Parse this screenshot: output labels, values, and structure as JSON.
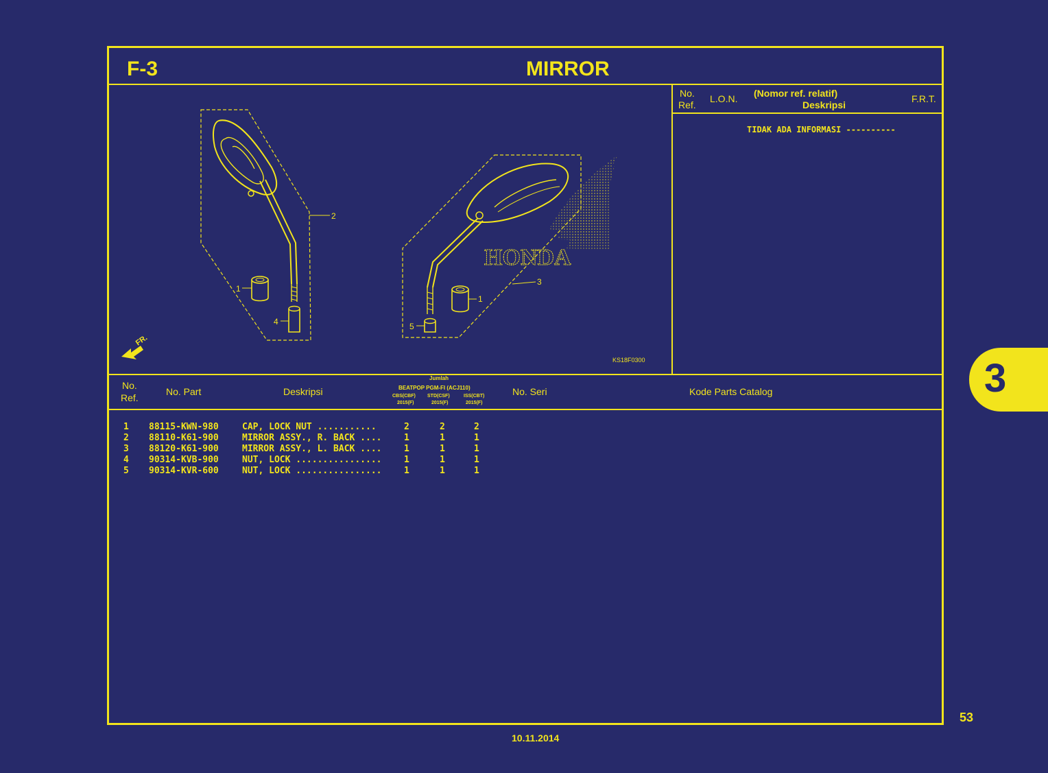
{
  "section_code": "F-3",
  "title": "MIRROR",
  "ref_table": {
    "headers": {
      "no": "No.",
      "ref": "Ref.",
      "lon": "L.O.N.",
      "nomor_ref": "(Nomor ref. relatif)",
      "deskripsi": "Deskripsi",
      "frt": "F.R.T."
    },
    "note": "TIDAK ADA INFORMASI ----------"
  },
  "diagram": {
    "code": "KS18F0300",
    "brand_watermark": "HONDA",
    "direction_label": "FR.",
    "callouts": [
      "1",
      "2",
      "3",
      "4",
      "5"
    ]
  },
  "parts_table": {
    "headers": {
      "no": "No.",
      "ref": "Ref.",
      "no_part": "No. Part",
      "deskripsi": "Deskripsi",
      "jumlah": "Jumlah",
      "model": "BEATPOP PGM-FI (ACJ110)",
      "variants": [
        {
          "name": "CBS(CBF)",
          "year": "2015(F)"
        },
        {
          "name": "STD(CSF)",
          "year": "2015(F)"
        },
        {
          "name": "ISS(CBT)",
          "year": "2015(F)"
        }
      ],
      "no_seri": "No. Seri",
      "kode": "Kode Parts Catalog"
    },
    "rows": [
      {
        "ref": "1",
        "part": "88115-KWN-980",
        "desc": "CAP, LOCK NUT ...........",
        "q1": "2",
        "q2": "2",
        "q3": "2"
      },
      {
        "ref": "2",
        "part": "88110-K61-900",
        "desc": "MIRROR ASSY., R. BACK ....",
        "q1": "1",
        "q2": "1",
        "q3": "1"
      },
      {
        "ref": "3",
        "part": "88120-K61-900",
        "desc": "MIRROR ASSY., L. BACK ....",
        "q1": "1",
        "q2": "1",
        "q3": "1"
      },
      {
        "ref": "4",
        "part": "90314-KVB-900",
        "desc": "NUT, LOCK ................",
        "q1": "1",
        "q2": "1",
        "q3": "1"
      },
      {
        "ref": "5",
        "part": "90314-KVR-600",
        "desc": "NUT, LOCK ................",
        "q1": "1",
        "q2": "1",
        "q3": "1"
      }
    ]
  },
  "chapter_tab": "3",
  "page_number": "53",
  "date": "10.11.2014"
}
